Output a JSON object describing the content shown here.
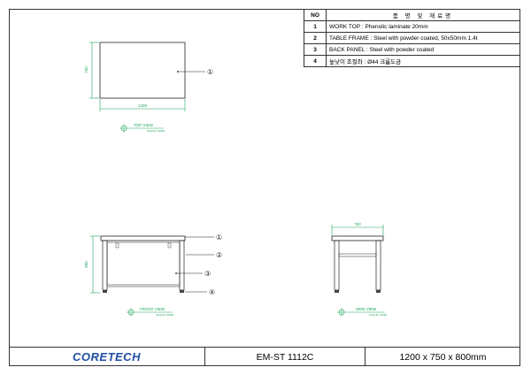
{
  "parts_table": {
    "header_no": "NO",
    "header_name": "품 명 및 재료명",
    "rows": [
      {
        "no": "1",
        "desc": "WORK TOP : Phenolic laminate 20mm"
      },
      {
        "no": "2",
        "desc": "TABLE FRAME : Steel with powder coated, 50x50mm 1.4t"
      },
      {
        "no": "3",
        "desc": "BACK PANEL : Steel with powder coated"
      },
      {
        "no": "4",
        "desc": "높낮이 조절좌 : Ø44 크롬도금"
      }
    ]
  },
  "top_view": {
    "title": "TOP VIEW",
    "sub": "SCALE: NONE",
    "dim_width": "1200",
    "dim_depth": "750",
    "callout": "①"
  },
  "front_view": {
    "title": "FRONT VIEW",
    "sub": "SCALE: NONE",
    "dim_height": "800",
    "callouts": [
      "①",
      "②",
      "③",
      "④"
    ]
  },
  "side_view": {
    "title": "SIDE VIEW",
    "sub": "SCALE: NONE",
    "dim_depth": "750"
  },
  "title_block": {
    "logo": "CORETECH",
    "model": "EM-ST 1112C",
    "dimensions": "1200 x 750 x 800mm"
  },
  "colors": {
    "dimension": "#1aa65a",
    "view_label": "#1aa65a",
    "logo": "#1e4fa3"
  }
}
